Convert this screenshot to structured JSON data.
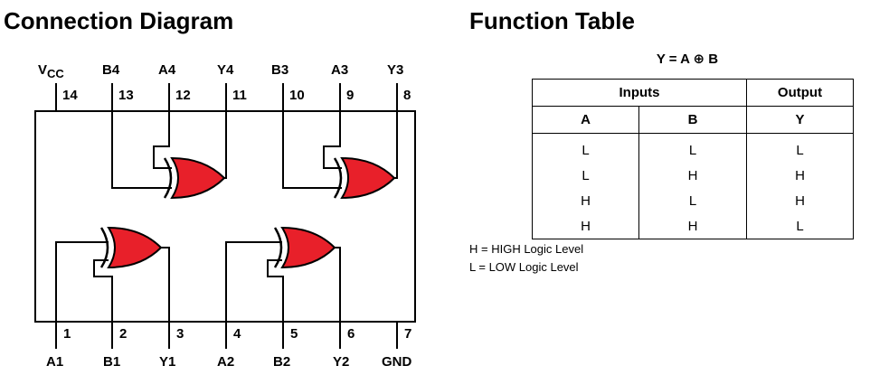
{
  "connection_diagram": {
    "title": "Connection Diagram",
    "top_pins": [
      {
        "num": "14",
        "label": "VCC"
      },
      {
        "num": "13",
        "label": "B4"
      },
      {
        "num": "12",
        "label": "A4"
      },
      {
        "num": "11",
        "label": "Y4"
      },
      {
        "num": "10",
        "label": "B3"
      },
      {
        "num": "9",
        "label": "A3"
      },
      {
        "num": "8",
        "label": "Y3"
      }
    ],
    "bottom_pins": [
      {
        "num": "1",
        "label": "A1"
      },
      {
        "num": "2",
        "label": "B1"
      },
      {
        "num": "3",
        "label": "Y1"
      },
      {
        "num": "4",
        "label": "A2"
      },
      {
        "num": "5",
        "label": "B2"
      },
      {
        "num": "6",
        "label": "Y2"
      },
      {
        "num": "7",
        "label": "GND"
      }
    ],
    "vcc_main": "V",
    "vcc_sub": "CC",
    "gate_color": "#e8202a",
    "gate_symbol": "xor-gate"
  },
  "function_table": {
    "title": "Function Table",
    "equation": "Y = A ⊕ B",
    "group_headers": [
      "Inputs",
      "Output"
    ],
    "columns": [
      "A",
      "B",
      "Y"
    ],
    "rows": [
      [
        "L",
        "L",
        "L"
      ],
      [
        "L",
        "H",
        "H"
      ],
      [
        "H",
        "L",
        "H"
      ],
      [
        "H",
        "H",
        "L"
      ]
    ],
    "legend": [
      "H = HIGH Logic Level",
      "L = LOW Logic Level"
    ]
  }
}
